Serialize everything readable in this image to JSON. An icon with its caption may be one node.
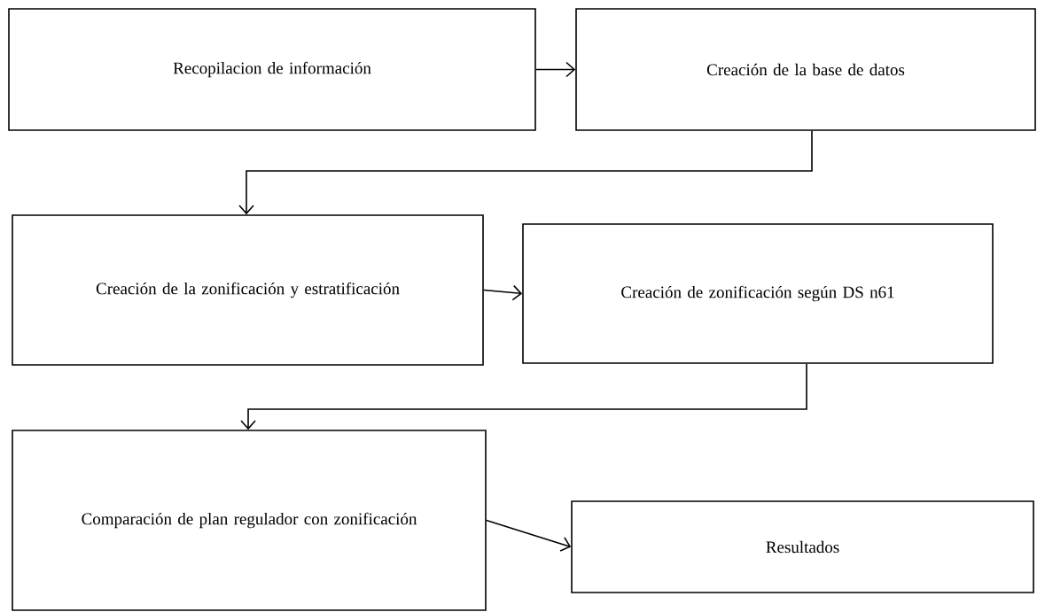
{
  "diagram": {
    "nodes": [
      {
        "text": [
          "Recopilacion de información"
        ]
      },
      {
        "text": [
          "Creación de la base de datos"
        ]
      },
      {
        "text": [
          "Creación de la zonificación y estratificación"
        ]
      },
      {
        "text": [
          "Creación de zonificación según DS n61"
        ]
      },
      {
        "text": [
          "Comparación de plan regulador con zonificación"
        ]
      },
      {
        "text": [
          "Resultados"
        ]
      }
    ],
    "edges": [
      {
        "from": 0,
        "to": 1,
        "arrow": "to"
      },
      {
        "from": 1,
        "to": 2,
        "arrow": "to"
      },
      {
        "from": 2,
        "to": 3,
        "arrow": "to"
      },
      {
        "from": 3,
        "to": 4,
        "arrow": "to"
      },
      {
        "from": 4,
        "to": 5,
        "arrow": "to"
      }
    ]
  }
}
